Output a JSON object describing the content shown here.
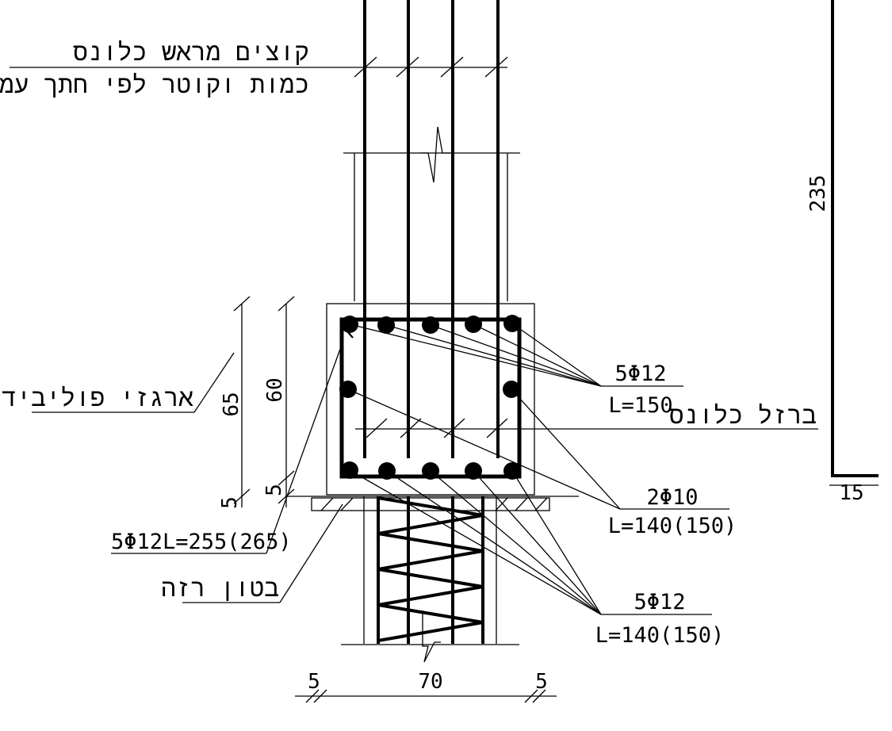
{
  "labels": {
    "pile_head_cutoff": "קוצים מראש כלונס",
    "qty_by_column": "כמות וקוטר לפי חתך עמוד",
    "polystyrene_boxes": "ארגזי פוליביד",
    "pile_rebar": "ברזל כלונס",
    "lean_concrete": "בטון רזה"
  },
  "rebar_callouts": {
    "top_bars": {
      "qty": "5Φ12",
      "length": "L=150"
    },
    "side_bars": {
      "qty": "2Φ10",
      "length": "L=140(150)"
    },
    "bottom_bars": {
      "qty": "5Φ12",
      "length": "L=140(150)"
    },
    "long_bars": "5Φ12L=255(265)"
  },
  "dimensions": {
    "total_height": "235",
    "hook_length": "15",
    "outer_height": "65",
    "inner_height": "60",
    "cover_bottom_left": "5",
    "cover_bottom_inner": "5",
    "width_left": "5",
    "width_center": "70",
    "width_right": "5"
  }
}
